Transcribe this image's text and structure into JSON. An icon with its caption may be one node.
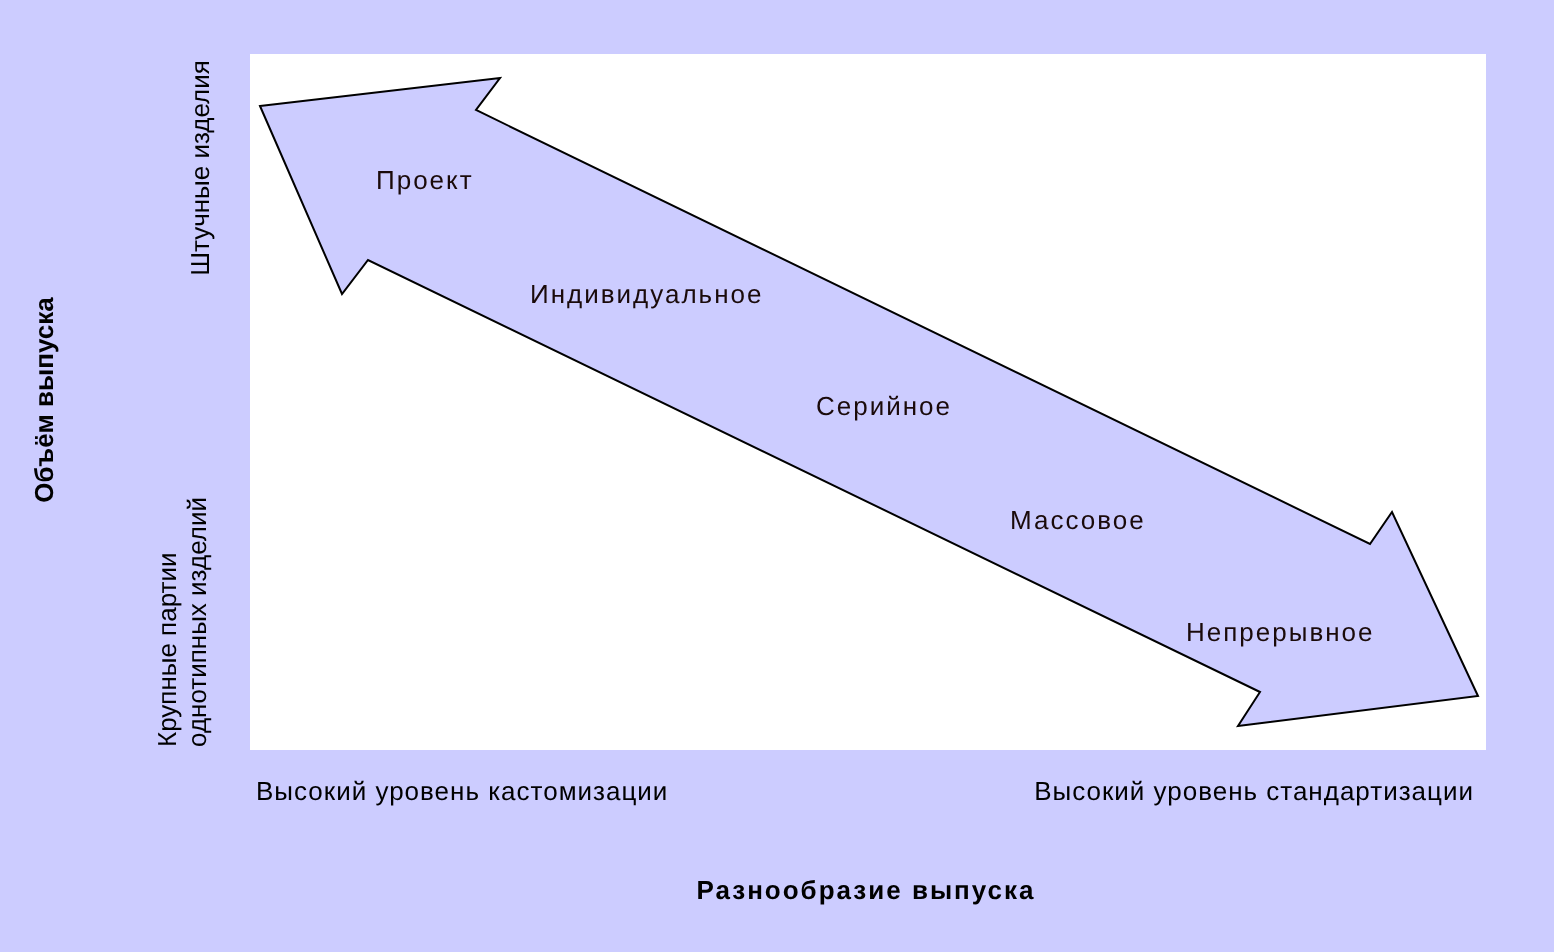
{
  "diagram": {
    "nodes": [
      {
        "text": [
          "Проект",
          "Индивидуальное",
          "Серийное",
          "Массовое",
          "Непрерывное"
        ]
      }
    ],
    "labels": [
      "Объём выпуска",
      "Штучные изделия",
      "Крупные партии однотипных изделий",
      "Высокий уровень кастомизации",
      "Высокий уровень стандартизации",
      "Разнообразие выпуска"
    ]
  }
}
